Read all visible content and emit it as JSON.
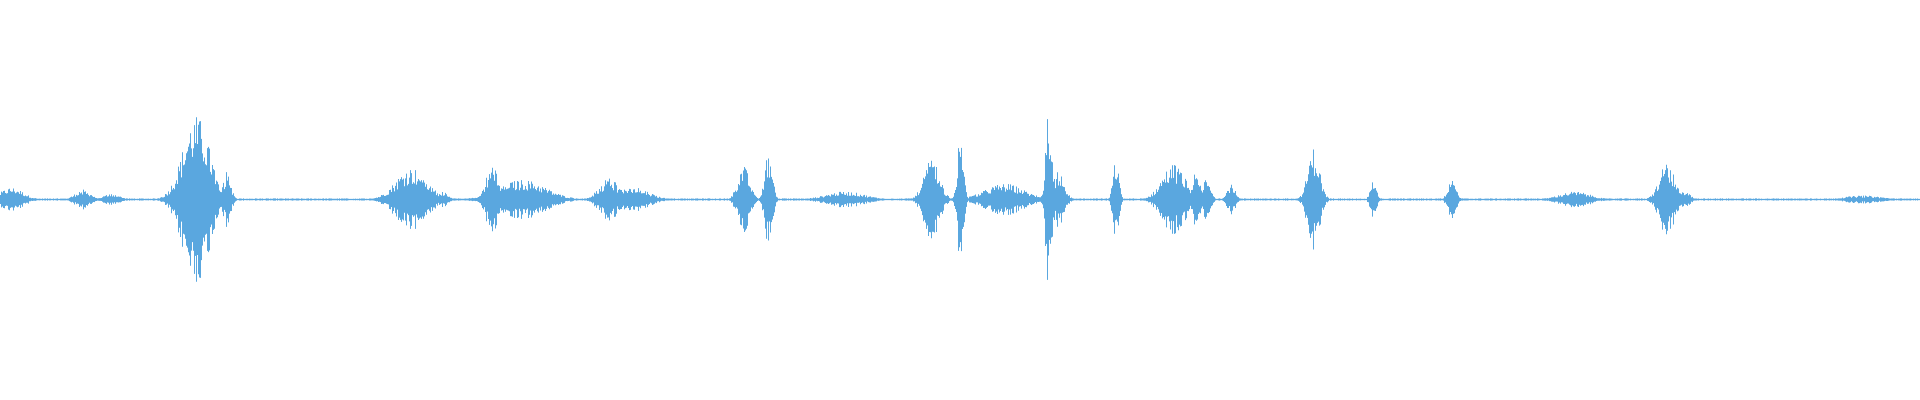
{
  "waveform": {
    "color": "#5aa7df",
    "background": "#ffffff",
    "min_amplitude": 0.004,
    "events": [
      {
        "at": 0.006,
        "amp": 0.06,
        "spread": 0.006
      },
      {
        "at": 0.043,
        "amp": 0.05,
        "spread": 0.004
      },
      {
        "at": 0.058,
        "amp": 0.03,
        "spread": 0.004
      },
      {
        "at": 0.102,
        "amp": 0.42,
        "spread": 0.007
      },
      {
        "at": 0.118,
        "amp": 0.14,
        "spread": 0.002
      },
      {
        "at": 0.214,
        "amp": 0.16,
        "spread": 0.008
      },
      {
        "at": 0.23,
        "amp": 0.04,
        "spread": 0.003
      },
      {
        "at": 0.256,
        "amp": 0.18,
        "spread": 0.003
      },
      {
        "at": 0.272,
        "amp": 0.1,
        "spread": 0.012
      },
      {
        "at": 0.317,
        "amp": 0.11,
        "spread": 0.005
      },
      {
        "at": 0.33,
        "amp": 0.06,
        "spread": 0.008
      },
      {
        "at": 0.387,
        "amp": 0.17,
        "spread": 0.003
      },
      {
        "at": 0.4,
        "amp": 0.24,
        "spread": 0.002
      },
      {
        "at": 0.44,
        "amp": 0.04,
        "spread": 0.01
      },
      {
        "at": 0.485,
        "amp": 0.2,
        "spread": 0.004
      },
      {
        "at": 0.5,
        "amp": 0.34,
        "spread": 0.0015
      },
      {
        "at": 0.523,
        "amp": 0.08,
        "spread": 0.01
      },
      {
        "at": 0.546,
        "amp": 0.46,
        "spread": 0.0015
      },
      {
        "at": 0.551,
        "amp": 0.14,
        "spread": 0.003
      },
      {
        "at": 0.581,
        "amp": 0.2,
        "spread": 0.0015
      },
      {
        "at": 0.611,
        "amp": 0.18,
        "spread": 0.006
      },
      {
        "at": 0.623,
        "amp": 0.18,
        "spread": 0.0015
      },
      {
        "at": 0.628,
        "amp": 0.12,
        "spread": 0.002
      },
      {
        "at": 0.641,
        "amp": 0.08,
        "spread": 0.002
      },
      {
        "at": 0.684,
        "amp": 0.26,
        "spread": 0.003
      },
      {
        "at": 0.715,
        "amp": 0.1,
        "spread": 0.0015
      },
      {
        "at": 0.756,
        "amp": 0.12,
        "spread": 0.002
      },
      {
        "at": 0.82,
        "amp": 0.04,
        "spread": 0.008
      },
      {
        "at": 0.868,
        "amp": 0.18,
        "spread": 0.004
      },
      {
        "at": 0.877,
        "amp": 0.04,
        "spread": 0.003
      },
      {
        "at": 0.97,
        "amp": 0.02,
        "spread": 0.01
      }
    ]
  }
}
